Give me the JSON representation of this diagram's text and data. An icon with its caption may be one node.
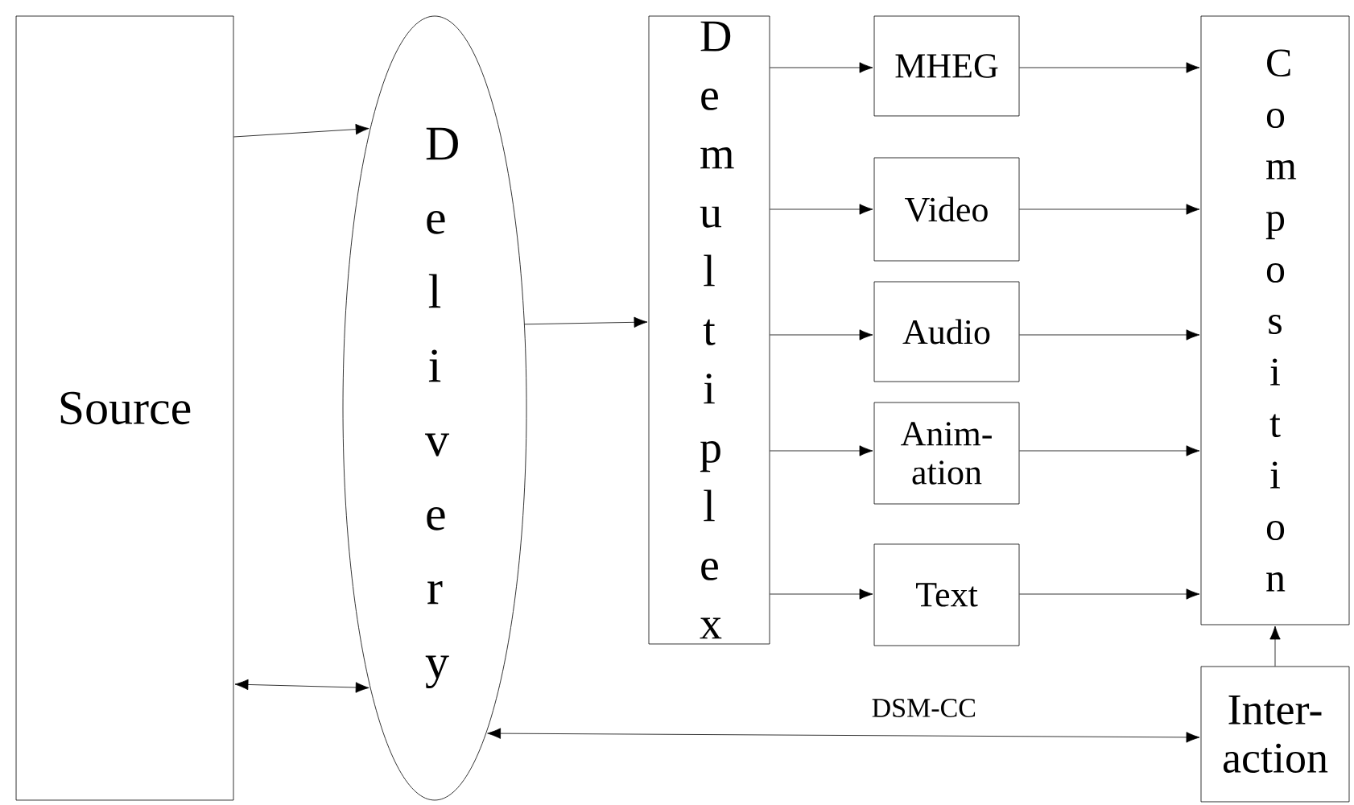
{
  "diagram": {
    "nodes": [
      {
        "text": [
          "Source"
        ]
      },
      {
        "text": [
          "D e l i v e r y"
        ]
      },
      {
        "text": [
          "D e m u l t i p l e x"
        ]
      },
      {
        "text": [
          "MHEG"
        ]
      },
      {
        "text": [
          "Video"
        ]
      },
      {
        "text": [
          "Audio"
        ]
      },
      {
        "text": [
          "Anim- ation"
        ]
      },
      {
        "text": [
          "Text"
        ]
      },
      {
        "text": [
          "C o m p o s i t i o n"
        ]
      },
      {
        "text": [
          "Inter- action"
        ]
      }
    ],
    "edges": [
      {
        "from": 0,
        "to": 1,
        "arrow": "to"
      },
      {
        "from": 0,
        "to": 1,
        "arrow": "both"
      },
      {
        "from": 1,
        "to": 2,
        "arrow": "to"
      },
      {
        "from": 2,
        "to": 3,
        "arrow": "to"
      },
      {
        "from": 2,
        "to": 4,
        "arrow": "to"
      },
      {
        "from": 2,
        "to": 5,
        "arrow": "to"
      },
      {
        "from": 2,
        "to": 6,
        "arrow": "to"
      },
      {
        "from": 2,
        "to": 7,
        "arrow": "to"
      },
      {
        "from": 3,
        "to": 8,
        "arrow": "to"
      },
      {
        "from": 4,
        "to": 8,
        "arrow": "to"
      },
      {
        "from": 5,
        "to": 8,
        "arrow": "to"
      },
      {
        "from": 6,
        "to": 8,
        "arrow": "to"
      },
      {
        "from": 7,
        "to": 8,
        "arrow": "to"
      },
      {
        "from": 1,
        "to": 9,
        "arrow": "both",
        "label": "DSM-CC"
      },
      {
        "from": 9,
        "to": 8,
        "arrow": "to"
      }
    ]
  }
}
